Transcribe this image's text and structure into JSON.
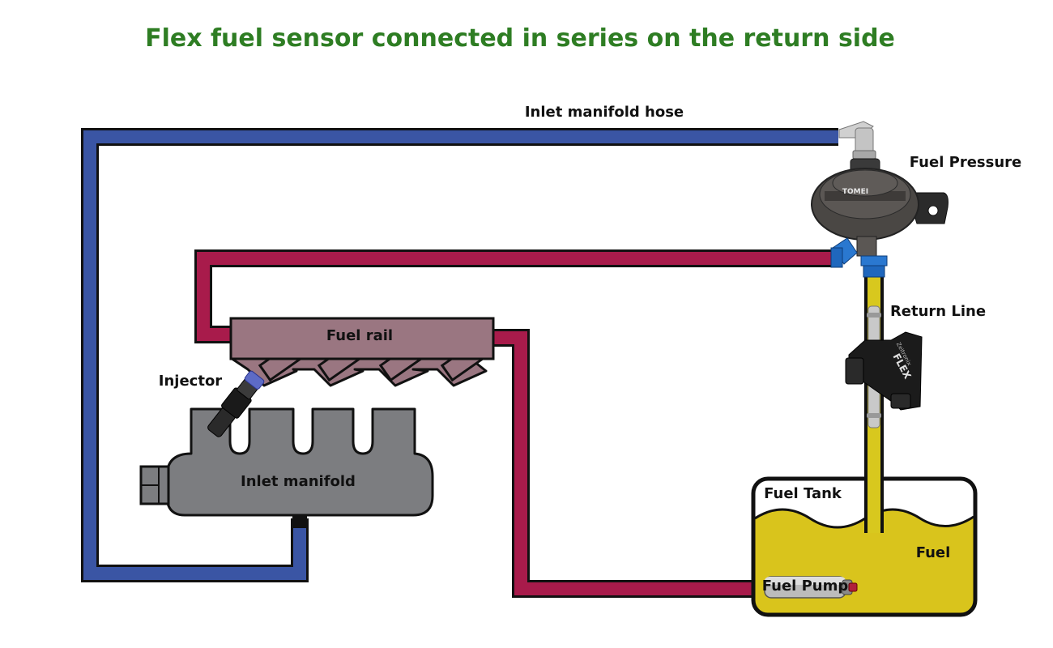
{
  "title": "Flex fuel sensor connected in series on the return side",
  "labels": {
    "inlet_hose": "Inlet manifold hose",
    "fuel_pressure": "Fuel Pressure",
    "return_line": "Return Line",
    "fuel_rail": "Fuel rail",
    "injector": "Injector",
    "inlet_manifold": "Inlet manifold",
    "fuel_tank": "Fuel Tank",
    "fuel": "Fuel",
    "fuel_pump": "Fuel Pump"
  },
  "device_text": {
    "regulator_brand": "TOMEI",
    "sensor_brand": "Zeitronix",
    "sensor_name": "FLEX"
  },
  "colors": {
    "title": "#2e7d23",
    "vacuum_hose": "#3a55a4",
    "feed_line": "#a81b4b",
    "return_line": "#d8c81e",
    "fuel": "#d9c41c",
    "rail": "#9a7681",
    "manifold": "#7c7d80"
  }
}
